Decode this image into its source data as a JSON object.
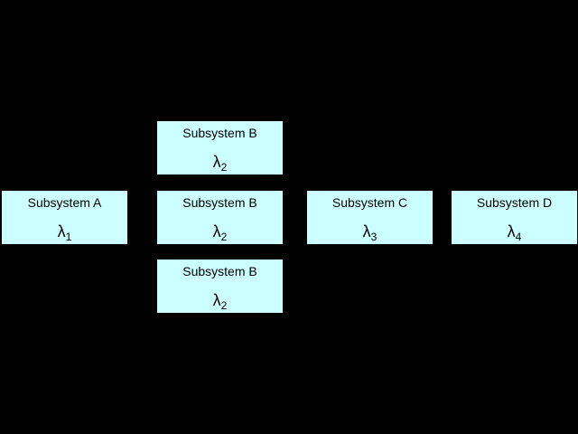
{
  "diagram": {
    "background_color": "#000000",
    "block_fill_color": "#ccffff",
    "blocks": [
      {
        "id": "a",
        "name": "Subsystem A",
        "rate_symbol": "λ",
        "rate_index": "1"
      },
      {
        "id": "b1",
        "name": "Subsystem B",
        "rate_symbol": "λ",
        "rate_index": "2"
      },
      {
        "id": "b2",
        "name": "Subsystem B",
        "rate_symbol": "λ",
        "rate_index": "2"
      },
      {
        "id": "b3",
        "name": "Subsystem B",
        "rate_symbol": "λ",
        "rate_index": "2"
      },
      {
        "id": "c",
        "name": "Subsystem C",
        "rate_symbol": "λ",
        "rate_index": "3"
      },
      {
        "id": "d",
        "name": "Subsystem D",
        "rate_symbol": "λ",
        "rate_index": "4"
      }
    ]
  }
}
